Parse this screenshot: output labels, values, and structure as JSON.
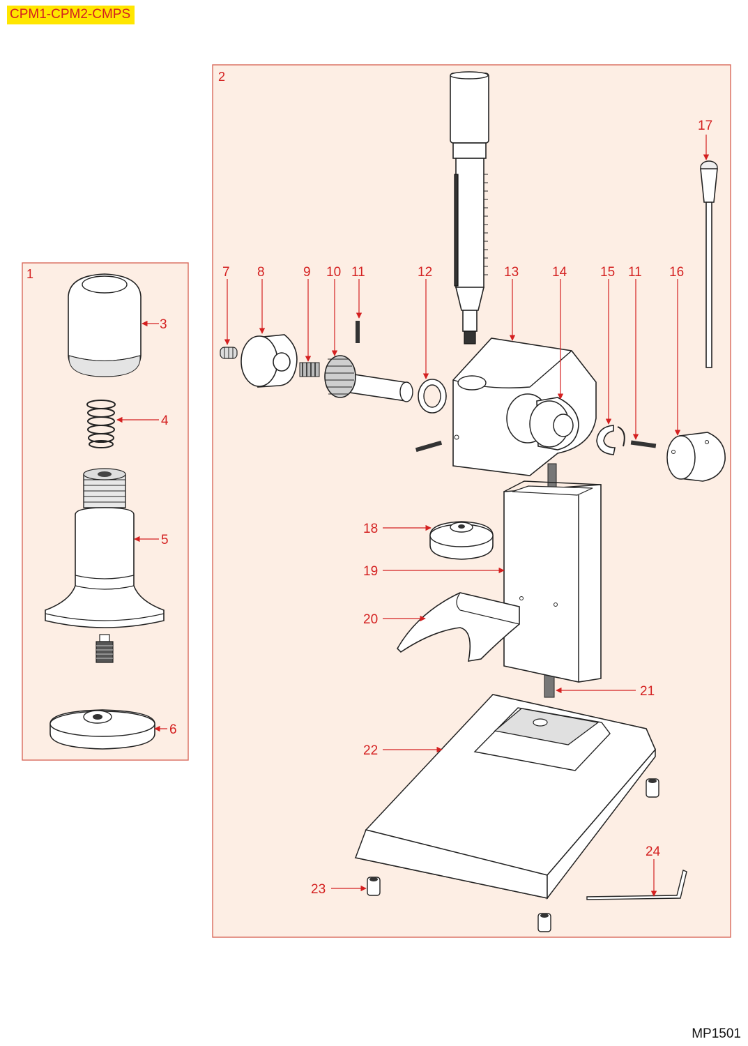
{
  "header": {
    "code": "CPM1-CPM2-CMPS"
  },
  "footer": {
    "code": "MP1501"
  },
  "colors": {
    "accent": "#d42020",
    "highlight": "#ffe600",
    "panel_fill": "#fdeee4",
    "panel_border": "#d9695a"
  },
  "panels": [
    {
      "label": "1"
    },
    {
      "label": "2"
    }
  ],
  "callouts": [
    "3",
    "4",
    "5",
    "6",
    "7",
    "8",
    "9",
    "10",
    "11",
    "12",
    "13",
    "14",
    "15",
    "11",
    "16",
    "17",
    "18",
    "19",
    "20",
    "21",
    "22",
    "23",
    "24"
  ]
}
